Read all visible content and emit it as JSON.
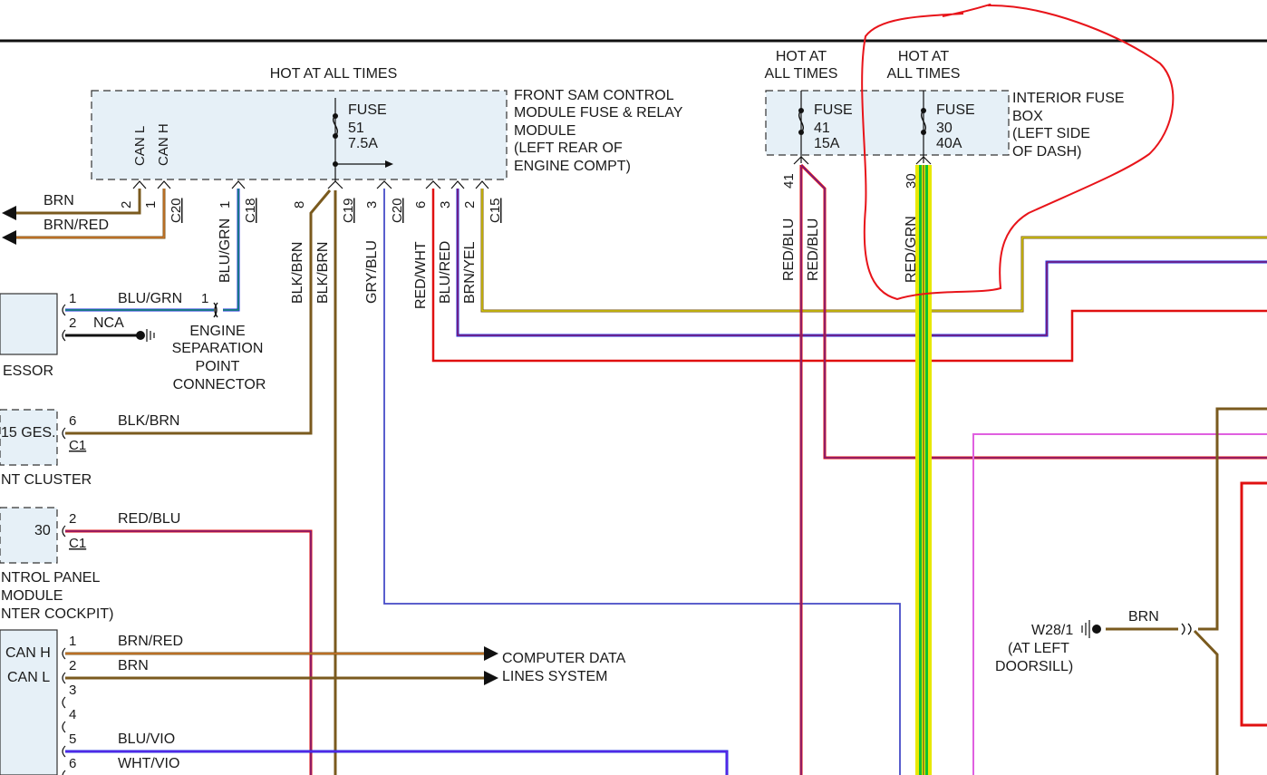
{
  "colors": {
    "brown": "#7a5a1e",
    "orange": "#e07a2a",
    "blue": "#1f2ce0",
    "red": "#e01010",
    "yellow": "#d8d800",
    "green": "#10c030",
    "magenta": "#e060e0",
    "gray": "#8080c0",
    "shade": "#e6f0f7",
    "markup": "#e8141a"
  },
  "sam": {
    "hot": "HOT AT ALL TIMES",
    "title": [
      "FRONT SAM CONTROL",
      "MODULE FUSE & RELAY",
      "MODULE",
      "(LEFT REAR OF",
      "ENGINE COMPT)"
    ],
    "can_l": "CAN L",
    "can_h": "CAN H",
    "fuse_label": "FUSE",
    "fuse_num": "51",
    "fuse_amp": "7.5A"
  },
  "ifb": {
    "hot1": [
      "HOT AT",
      "ALL TIMES"
    ],
    "hot2": [
      "HOT AT",
      "ALL TIMES"
    ],
    "title": [
      "INTERIOR FUSE",
      "BOX",
      "(LEFT SIDE",
      "OF DASH)"
    ],
    "fuse_a": {
      "label": "FUSE",
      "num": "41",
      "amp": "15A"
    },
    "fuse_b": {
      "label": "FUSE",
      "num": "30",
      "amp": "40A"
    }
  },
  "wires_top": {
    "brn": "BRN",
    "brn_red": "BRN/RED",
    "blu_grn": "BLU/GRN",
    "blk_brn_1": "BLK/BRN",
    "blk_brn_2": "BLK/BRN",
    "gry_blu": "GRY/BLU",
    "red_wht": "RED/WHT",
    "blu_red": "BLU/RED",
    "brn_yel": "BRN/YEL",
    "red_blu_1": "RED/BLU",
    "red_blu_2": "RED/BLU",
    "red_grn": "RED/GRN"
  },
  "pins_top": {
    "p2": "2",
    "p1": "1",
    "c20a": "C20",
    "p1b": "1",
    "c18": "C18",
    "p8": "8",
    "c19": "C19",
    "p3": "3",
    "c20b": "C20",
    "p6": "6",
    "p3b": "3",
    "p2b": "2",
    "c15": "C15",
    "p41": "41",
    "p30": "30"
  },
  "compressor": {
    "label": "ESSOR",
    "pin1": "1",
    "wire1": "BLU/GRN",
    "pin1b": "1",
    "pin2": "2",
    "wire2": "NCA",
    "esp": [
      "ENGINE",
      "SEPARATION",
      "POINT",
      "CONNECTOR"
    ]
  },
  "cluster": {
    "label": "15 GES.",
    "name": "NT CLUSTER",
    "pin": "6",
    "conn": "C1",
    "wire": "BLK/BRN"
  },
  "control_panel": {
    "num": "30",
    "pin": "2",
    "conn": "C1",
    "wire": "RED/BLU",
    "name": [
      "NTROL PANEL",
      "MODULE",
      "NTER COCKPIT)"
    ]
  },
  "lower_module": {
    "can_h": "CAN H",
    "can_l": "CAN L",
    "pins": [
      "1",
      "2",
      "3",
      "4",
      "5",
      "6"
    ],
    "wire1": "BRN/RED",
    "wire2": "BRN",
    "wire5": "BLU/VIO",
    "wire6": "WHT/VIO",
    "cdl": [
      "COMPUTER DATA",
      "LINES SYSTEM"
    ]
  },
  "ground": {
    "name": "W28/1",
    "loc": [
      "(AT LEFT",
      "DOORSILL)"
    ],
    "wire": "BRN"
  }
}
